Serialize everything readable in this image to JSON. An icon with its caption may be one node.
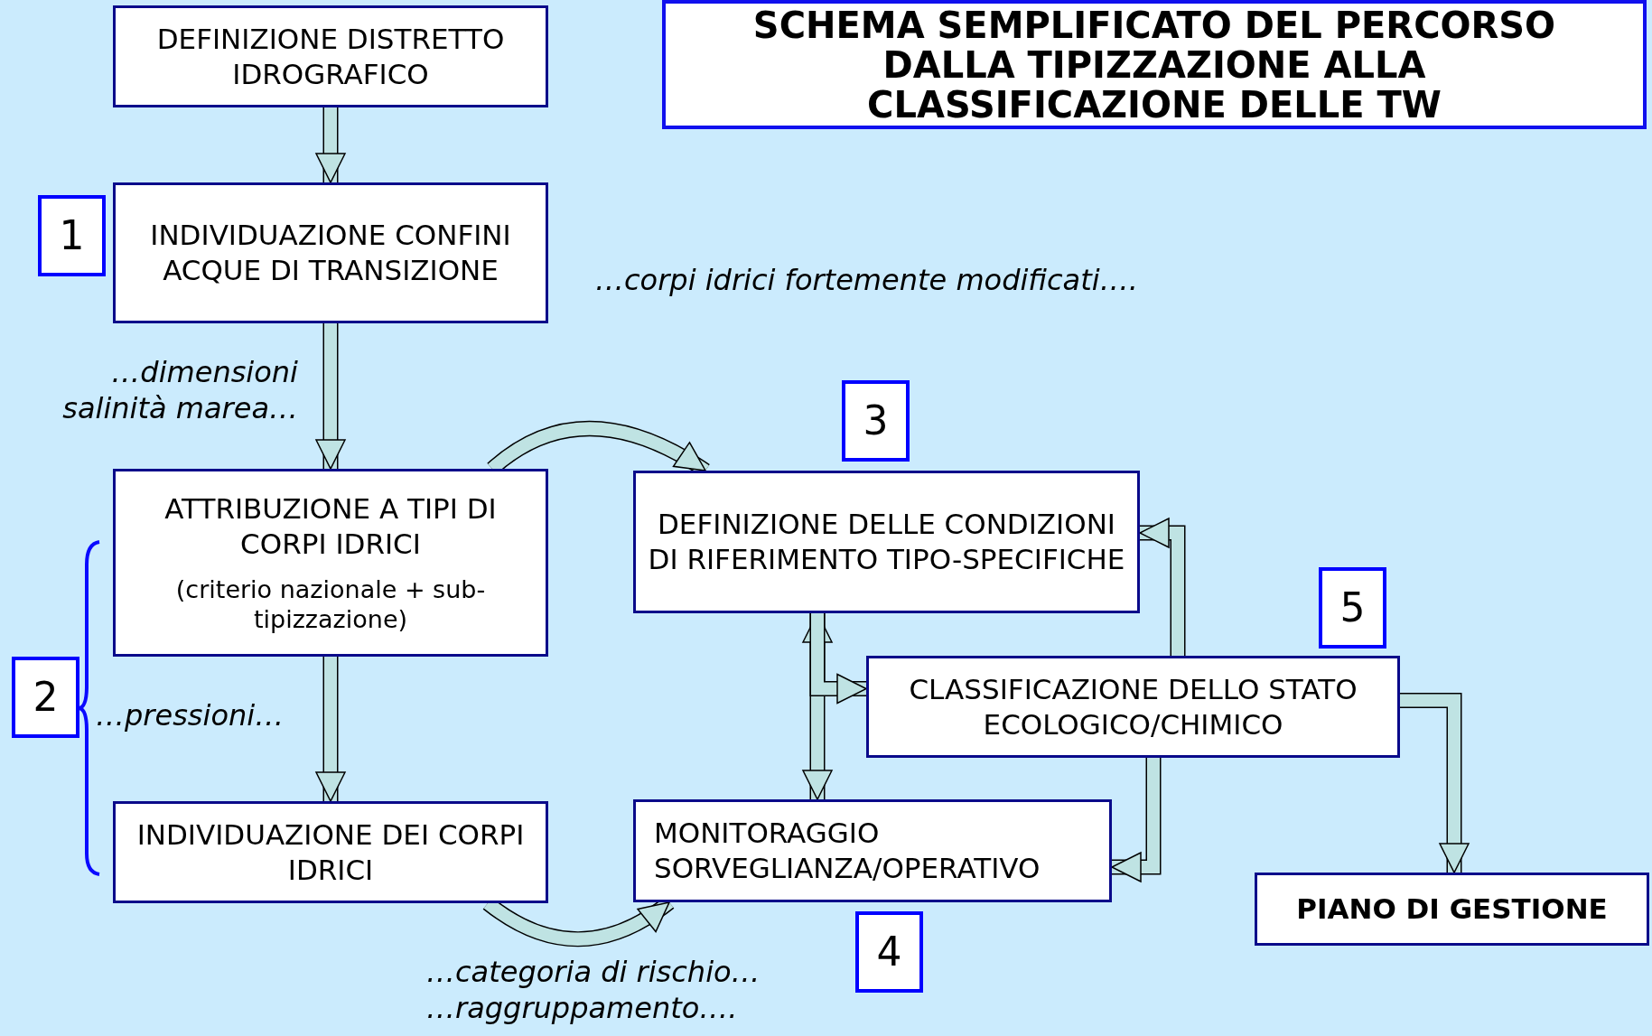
{
  "diagram": {
    "title": "SCHEMA SEMPLIFICATO DEL PERCORSO DALLA TIPIZZAZIONE ALLA CLASSIFICAZIONE DELLE TW",
    "nodes": [
      {
        "text": [
          "DEFINIZIONE DISTRETTO IDROGRAFICO"
        ]
      },
      {
        "text": [
          "INDIVIDUAZIONE CONFINI ACQUE DI TRANSIZIONE"
        ]
      },
      {
        "text": [
          "ATTRIBUZIONE A TIPI DI CORPI IDRICI",
          "(criterio nazionale + sub-tipizzazione)"
        ]
      },
      {
        "text": [
          "INDIVIDUAZIONE DEI CORPI IDRICI"
        ]
      },
      {
        "text": [
          "DEFINIZIONE DELLE CONDIZIONI DI RIFERIMENTO TIPO-SPECIFICHE"
        ]
      },
      {
        "text": [
          "CLASSIFICAZIONE DELLO STATO ECOLOGICO/CHIMICO"
        ]
      },
      {
        "text": [
          "MONITORAGGIO SORVEGLIANZA/OPERATIVO"
        ]
      },
      {
        "text": [
          "PIANO DI GESTIONE"
        ]
      },
      {
        "text": [
          "1"
        ]
      },
      {
        "text": [
          "2"
        ]
      },
      {
        "text": [
          "3"
        ]
      },
      {
        "text": [
          "4"
        ]
      },
      {
        "text": [
          "5"
        ]
      }
    ],
    "edges": [
      {
        "from": 0,
        "to": 1,
        "arrow": "to"
      },
      {
        "from": 1,
        "to": 2,
        "arrow": "to"
      },
      {
        "from": 2,
        "to": 3,
        "arrow": "to"
      },
      {
        "from": 2,
        "to": 4,
        "arrow": "to"
      },
      {
        "from": 3,
        "to": 6,
        "arrow": "to"
      },
      {
        "from": 4,
        "to": 6,
        "arrow": "both"
      },
      {
        "from": 4,
        "to": 5,
        "arrow": "to"
      },
      {
        "from": 5,
        "to": 4,
        "arrow": "to"
      },
      {
        "from": 5,
        "to": 6,
        "arrow": "to"
      },
      {
        "from": 5,
        "to": 7,
        "arrow": "to"
      }
    ],
    "labels": [
      "…corpi idrici fortemente modificati….",
      "…dimensioni salinità marea…",
      "…pressioni…",
      "…categoria di rischio… …raggruppamento…."
    ]
  }
}
